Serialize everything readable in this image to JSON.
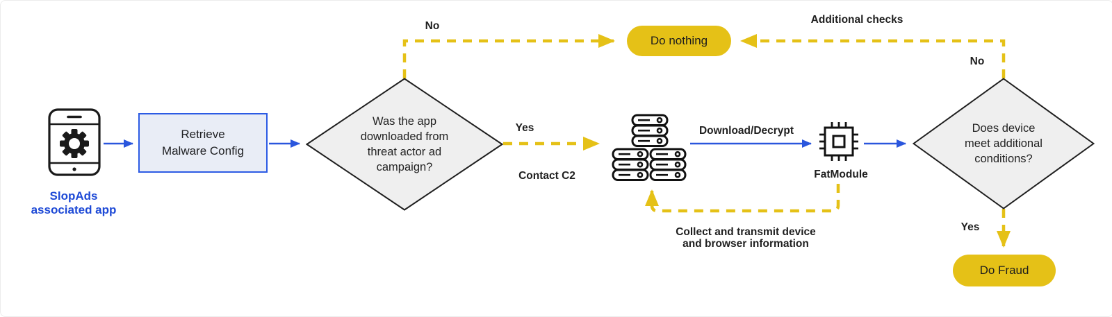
{
  "nodes": {
    "app": {
      "label_line1": "SlopAds",
      "label_line2": "associated app"
    },
    "retrieve_box": {
      "line1": "Retrieve",
      "line2": "Malware Config"
    },
    "decision1": {
      "label": "Was the app downloaded from threat actor ad campaign?"
    },
    "do_nothing": {
      "label": "Do nothing"
    },
    "fatmodule": {
      "label": "FatModule"
    },
    "decision2": {
      "label": "Does device meet additional conditions?"
    },
    "do_fraud": {
      "label": "Do Fraud"
    }
  },
  "edges": {
    "no_top_left": "No",
    "yes_mid": "Yes",
    "contact_c2": "Contact C2",
    "download_decrypt": "Download/Decrypt",
    "additional_checks": "Additional checks",
    "no_right": "No",
    "yes_bottom": "Yes",
    "collect_line1": "Collect and transmit device",
    "collect_line2": "and browser information"
  },
  "icons": {
    "phone": "phone-gear-icon",
    "servers": "c2-server-stack-icon",
    "chip": "fatmodule-chip-icon"
  },
  "colors": {
    "accent_yellow": "#e5c117",
    "accent_blue": "#2a56dd",
    "label_blue": "#1d49d6",
    "diamond_fill": "#efefef",
    "box_fill": "#e9edf6",
    "box_border": "#2c5be4",
    "text": "#202124"
  }
}
